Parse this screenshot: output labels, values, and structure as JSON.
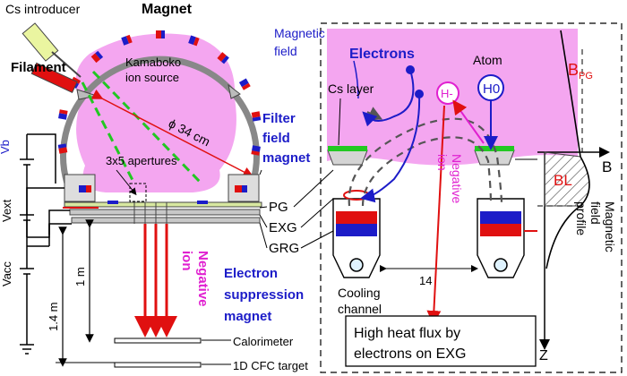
{
  "left": {
    "cs_introducer": "Cs introducer",
    "magnet": "Magnet",
    "filament": "Filament",
    "source_name_1": "Kamaboko",
    "source_name_2": "ion source",
    "diameter": "ϕ 34 cm",
    "apertures": "3x5 apertures",
    "vb": "Vb",
    "vext": "Vext",
    "vacc": "Vacc",
    "dist_1m": "1 m",
    "dist_14m": "1.4 m",
    "neg_ion_1": "Negative",
    "neg_ion_2": "ion",
    "calorimeter": "Calorimeter",
    "target": "1D CFC target"
  },
  "center": {
    "filter_1": "Filter",
    "filter_2": "field",
    "filter_3": "magnet",
    "pg": "PG",
    "exg": "EXG",
    "grg": "GRG",
    "esm_1": "Electron",
    "esm_2": "suppression",
    "esm_3": "magnet"
  },
  "right": {
    "magnetic_field_1": "Magnetic",
    "magnetic_field_2": "field",
    "electrons": "Electrons",
    "atom": "Atom",
    "h_minus": "H-",
    "h_zero": "H0",
    "cs_layer": "Cs layer",
    "neg_ion_1": "Negative",
    "neg_ion_2": "ion",
    "cooling_1": "Cooling",
    "cooling_2": "channel",
    "spacing": "14",
    "heat_1": "High heat flux by",
    "heat_2": "electrons on EXG",
    "bpg": "B",
    "bpg_sub": "PG",
    "b_axis": "B",
    "bl": "BL",
    "z_axis": "Z",
    "profile_1": "Magnetic",
    "profile_2": "field",
    "profile_3": "profile"
  },
  "colors": {
    "plasma": "#f4a6f0",
    "blue": "#1c1cc8",
    "red": "#e01010",
    "magenta": "#e020d0",
    "green": "#22c822"
  }
}
